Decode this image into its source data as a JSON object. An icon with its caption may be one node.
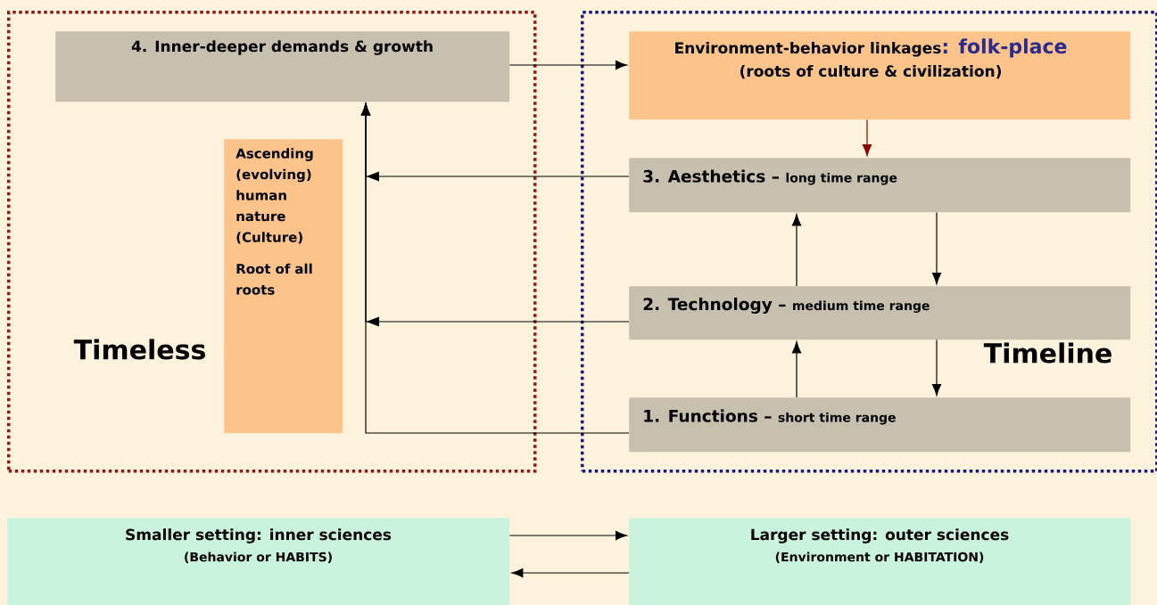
{
  "diagram": {
    "nodes": [
      {
        "text": [
          "Timeless"
        ]
      },
      {
        "text": [
          "Timeline"
        ]
      },
      {
        "text": [
          "4. Inner-deeper demands & growth"
        ],
        "in": 0
      },
      {
        "text": [
          "Ascending (evolving) human nature (Culture)",
          "Root of all roots"
        ],
        "in": 0
      },
      {
        "text": [
          "Environment-behavior linkages",
          ": folk-place",
          "(roots of culture & civilization)"
        ],
        "in": 1
      },
      {
        "text": [
          "3. Aesthetics –",
          "long time range"
        ],
        "in": 1
      },
      {
        "text": [
          "2. Technology –",
          "medium time range"
        ],
        "in": 1
      },
      {
        "text": [
          "1. Functions –",
          "short time range"
        ],
        "in": 1
      },
      {
        "text": [
          "Smaller setting: inner sciences",
          "(Behavior or HABITS)"
        ]
      },
      {
        "text": [
          "Larger setting: outer sciences",
          "(Environment or HABITATION)"
        ]
      }
    ],
    "edges": [
      {
        "from": 2,
        "to": 4,
        "arrow": "to"
      },
      {
        "from": 4,
        "to": 5,
        "arrow": "to",
        "color": "#8b0000"
      },
      {
        "from": 5,
        "to": 2,
        "arrow": "to"
      },
      {
        "from": 5,
        "to": 6,
        "arrow": "to"
      },
      {
        "from": 6,
        "to": 5,
        "arrow": "to"
      },
      {
        "from": 6,
        "to": 2,
        "arrow": "to"
      },
      {
        "from": 6,
        "to": 7,
        "arrow": "to"
      },
      {
        "from": 7,
        "to": 6,
        "arrow": "to"
      },
      {
        "from": 7,
        "to": 2,
        "arrow": "to"
      },
      {
        "from": 8,
        "to": 9,
        "arrow": "to"
      },
      {
        "from": 9,
        "to": 8,
        "arrow": "to"
      }
    ]
  }
}
